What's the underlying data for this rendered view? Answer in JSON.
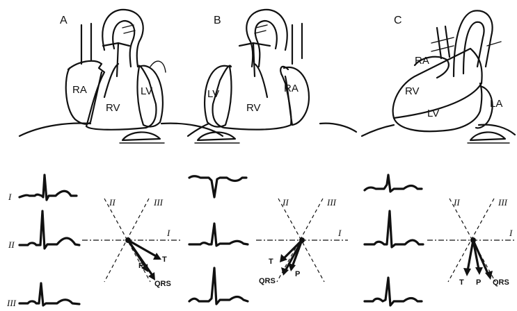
{
  "figure": {
    "panels": [
      {
        "letter": "A",
        "chambers": {
          "ra": "RA",
          "rv": "RV",
          "lv": "LV"
        },
        "ecg_leads": [
          "I",
          "II",
          "III"
        ],
        "axis": {
          "lead_I": "I",
          "lead_II": "II",
          "lead_III": "III"
        },
        "vectors": {
          "p": "P",
          "t": "T",
          "qrs": "QRS"
        }
      },
      {
        "letter": "B",
        "chambers": {
          "ra": "RA",
          "rv": "RV",
          "lv": "LV"
        },
        "axis": {
          "lead_I": "I",
          "lead_II": "II",
          "lead_III": "III"
        },
        "vectors": {
          "p": "P",
          "t": "T",
          "qrs": "QRS"
        }
      },
      {
        "letter": "C",
        "chambers": {
          "ra": "RA",
          "rv": "RV",
          "lv": "LV",
          "la": "LA"
        },
        "axis": {
          "lead_I": "I",
          "lead_II": "II",
          "lead_III": "III"
        },
        "vectors": {
          "p": "P",
          "t": "T",
          "qrs": "QRS"
        }
      }
    ]
  }
}
